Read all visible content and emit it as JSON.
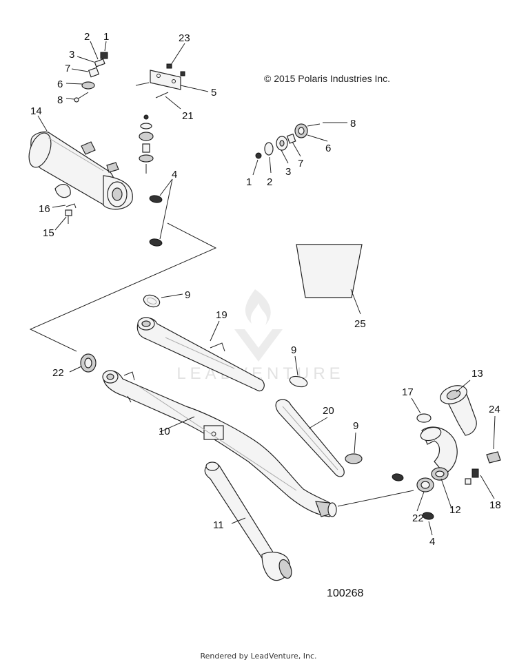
{
  "copyright": "© 2015 Polaris Industries Inc.",
  "diagram_number": "100268",
  "footer": "Rendered by LeadVenture, Inc.",
  "watermark": "LEADVENTURE",
  "callouts": {
    "c1a": "1",
    "c2a": "2",
    "c3a": "3",
    "c7a": "7",
    "c6a": "6",
    "c8a": "8",
    "c23": "23",
    "c5": "5",
    "c21": "21",
    "c14": "14",
    "c4a": "4",
    "c16": "16",
    "c15": "15",
    "c8b": "8",
    "c6b": "6",
    "c7b": "7",
    "c3b": "3",
    "c2b": "2",
    "c1b": "1",
    "c9a": "9",
    "c19": "19",
    "c25": "25",
    "c22a": "22",
    "c9b": "9",
    "c10": "10",
    "c20": "20",
    "c9c": "9",
    "c17": "17",
    "c13": "13",
    "c24": "24",
    "c11": "11",
    "c22b": "22",
    "c12": "12",
    "c18": "18",
    "c4b": "4"
  }
}
